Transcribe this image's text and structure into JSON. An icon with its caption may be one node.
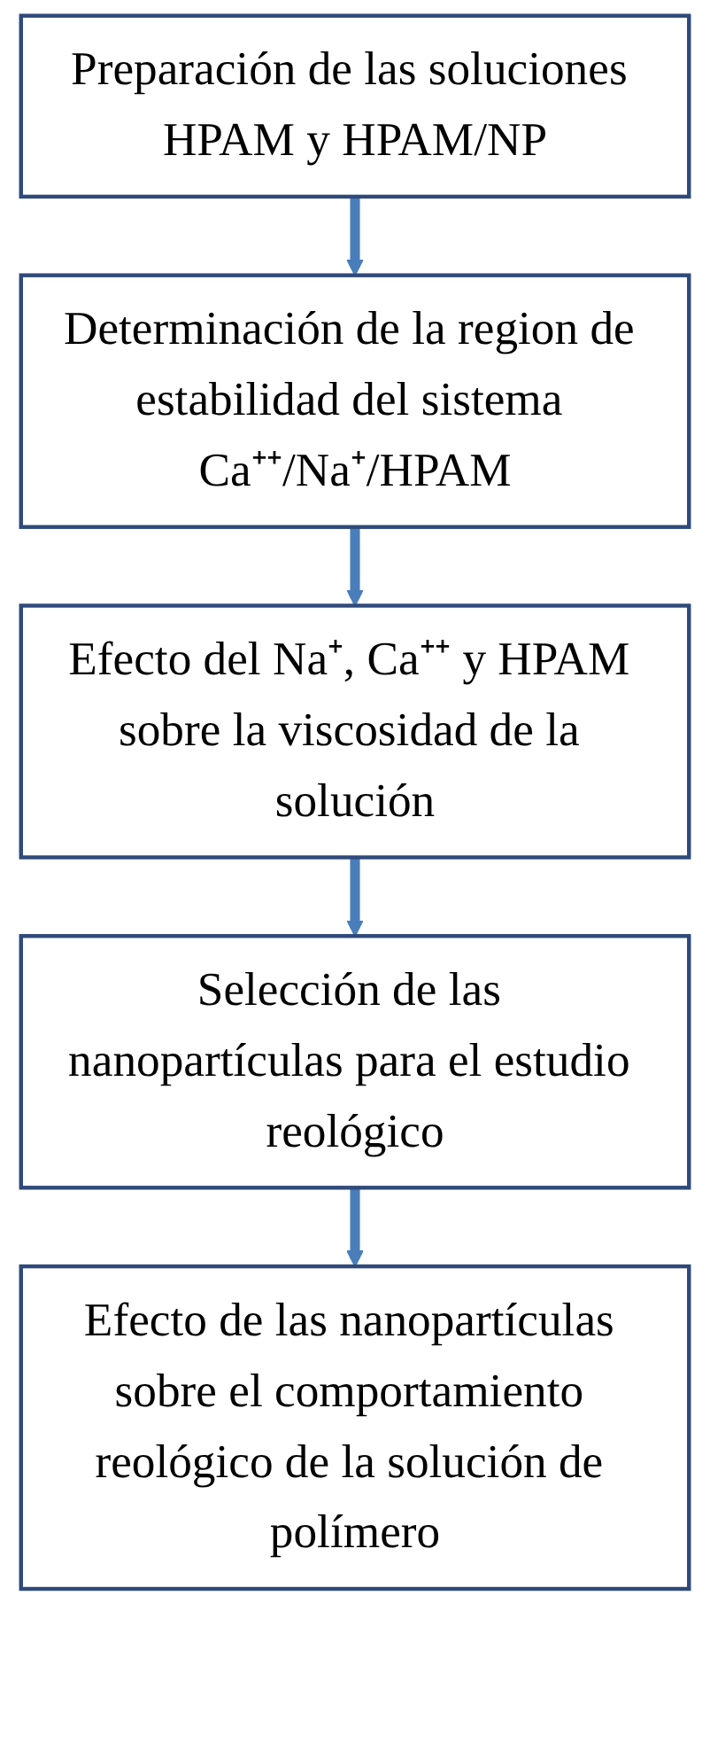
{
  "diagram": {
    "nodes": [
      {
        "text": [
          "Preparación de las soluciones HPAM y HPAM/NP"
        ]
      },
      {
        "text": [
          "Determinación de la region de estabilidad del sistema Ca⁺⁺/Na⁺/HPAM"
        ]
      },
      {
        "text": [
          "Efecto del Na⁺, Ca⁺⁺ y HPAM sobre la viscosidad de la solución"
        ]
      },
      {
        "text": [
          "Selección de las nanopartículas para el estudio reológico"
        ]
      },
      {
        "text": [
          "Efecto de las nanopartículas sobre el comportamiento reológico de la solución de polímero"
        ]
      }
    ],
    "edges": [
      {
        "from": 0,
        "to": 1,
        "arrow": "to"
      },
      {
        "from": 1,
        "to": 2,
        "arrow": "to"
      },
      {
        "from": 2,
        "to": 3,
        "arrow": "to"
      },
      {
        "from": 3,
        "to": 4,
        "arrow": "to"
      }
    ]
  }
}
